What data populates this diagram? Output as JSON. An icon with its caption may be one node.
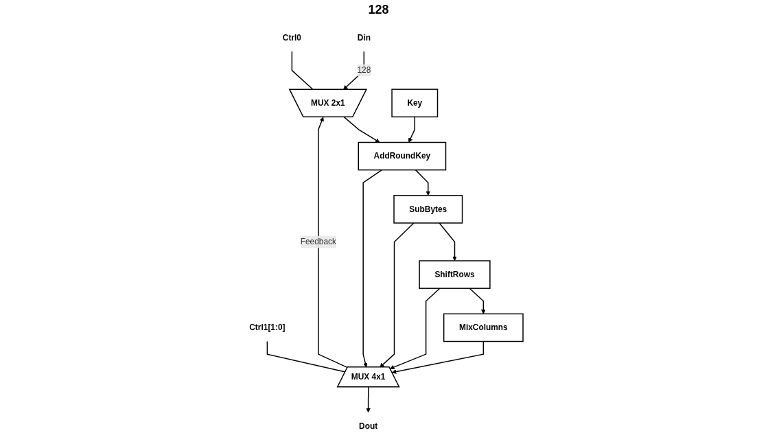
{
  "diagram": {
    "nodes": [
      {
        "text": [
          "Din"
        ]
      },
      {
        "text": [
          "MUX 2x1"
        ]
      },
      {
        "text": [
          "Ctrl0"
        ]
      },
      {
        "text": [
          "Dout"
        ]
      },
      {
        "text": [
          "Ctrl1[1:0]"
        ]
      },
      {
        "text": [
          "MUX 4x1"
        ]
      },
      {
        "text": [
          "AddRoundKey"
        ]
      },
      {
        "text": [
          "SubBytes"
        ]
      },
      {
        "text": [
          "ShiftRows"
        ]
      },
      {
        "text": [
          "MixColumns"
        ]
      },
      {
        "text": [
          "Key"
        ]
      }
    ],
    "edges": [
      {
        "from": 0,
        "to": 1,
        "arrow": "to",
        "label": "128"
      },
      {
        "from": 5,
        "to": 1,
        "arrow": "to",
        "label": "Feedback"
      },
      {
        "from": 5,
        "to": 3,
        "arrow": "to"
      },
      {
        "from": 2,
        "to": 1,
        "arrow": "none"
      },
      {
        "from": 4,
        "to": 5,
        "arrow": "none"
      },
      {
        "from": 1,
        "to": 6,
        "arrow": "to"
      },
      {
        "from": 10,
        "to": 6,
        "arrow": "to"
      },
      {
        "from": 6,
        "to": 7,
        "arrow": "to"
      },
      {
        "from": 7,
        "to": 8,
        "arrow": "to"
      },
      {
        "from": 8,
        "to": 9,
        "arrow": "to"
      },
      {
        "from": 6,
        "to": 5,
        "arrow": "to"
      },
      {
        "from": 7,
        "to": 5,
        "arrow": "to"
      },
      {
        "from": 8,
        "to": 5,
        "arrow": "to"
      },
      {
        "from": 9,
        "to": 5,
        "arrow": "to"
      }
    ],
    "labels": [
      "128"
    ]
  }
}
